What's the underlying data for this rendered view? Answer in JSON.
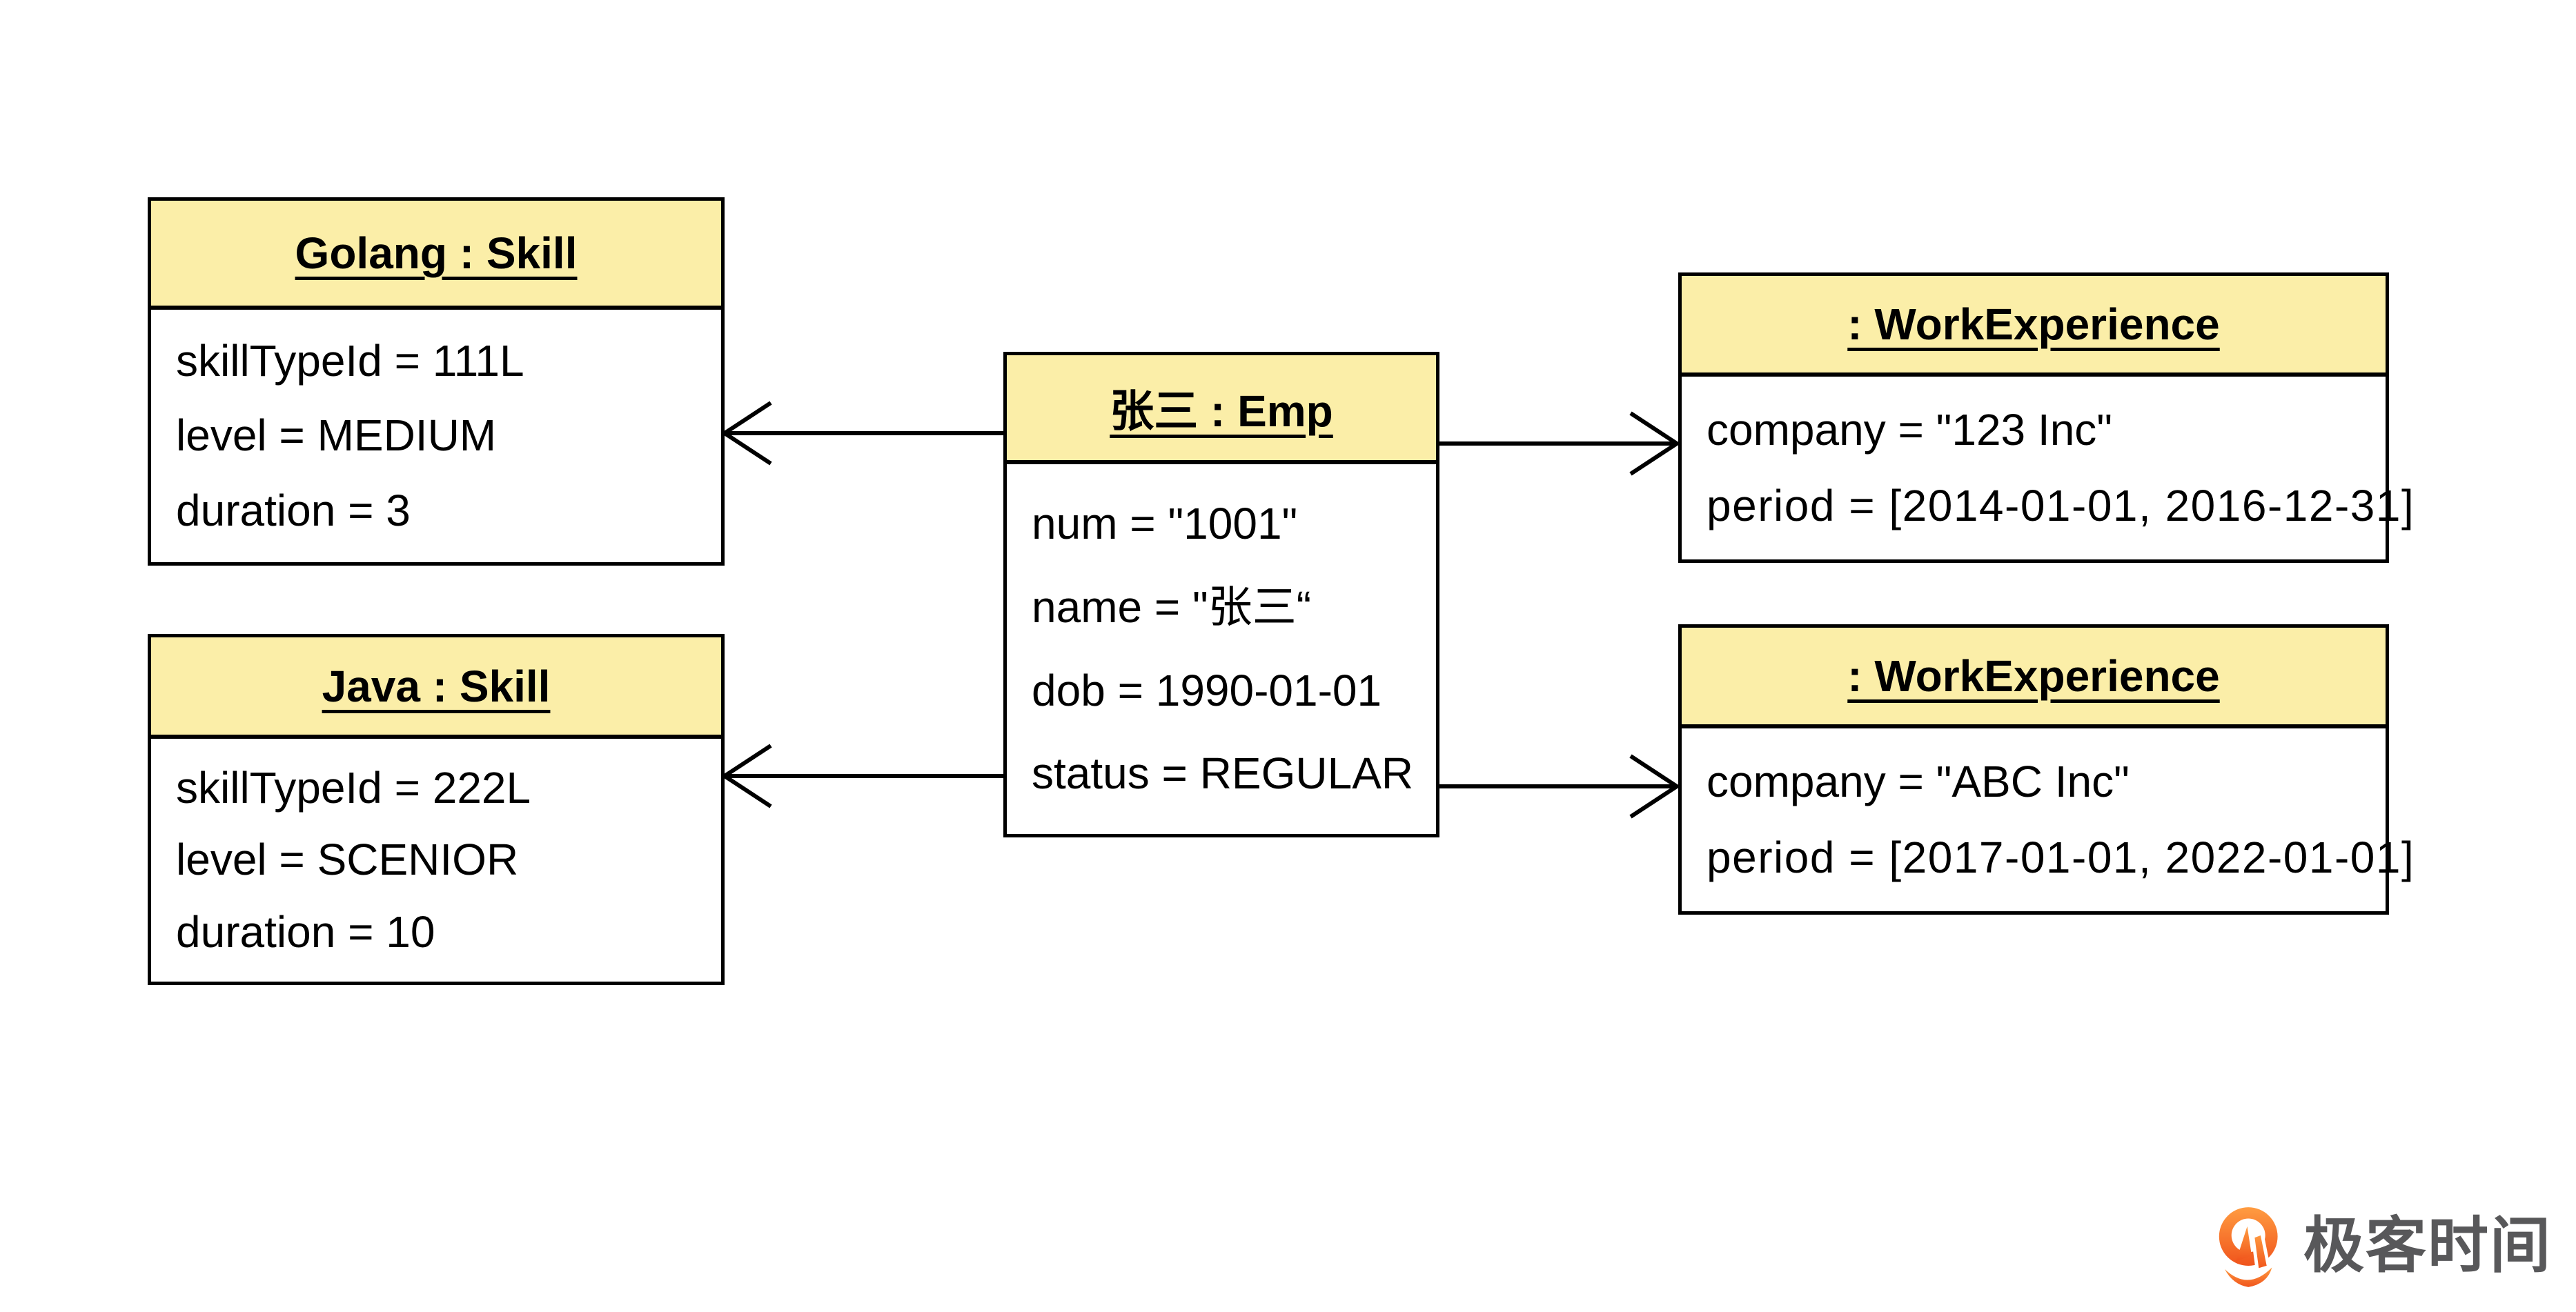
{
  "diagram": {
    "objects": [
      {
        "title": "Golang : Skill",
        "attributes": [
          "skillTypeId = 111L",
          "level = MEDIUM",
          "duration = 3"
        ]
      },
      {
        "title": "Java : Skill",
        "attributes": [
          "skillTypeId = 222L",
          "level = SCENIOR",
          "duration = 10"
        ]
      },
      {
        "title": "张三 : Emp",
        "attributes": [
          "num = \"1001\"",
          "name = \"张三“",
          "dob = 1990-01-01",
          "status = REGULAR"
        ]
      },
      {
        "title": ": WorkExperience",
        "attributes": [
          "company = \"123 Inc\"",
          "period = [2014-01-01, 2016-12-31]"
        ]
      },
      {
        "title": ": WorkExperience",
        "attributes": [
          "company = \"ABC Inc\"",
          "period = [2017-01-01, 2022-01-01]"
        ]
      }
    ],
    "colors": {
      "header_fill": "#FBEEA8",
      "box_border": "#000000",
      "text": "#000000",
      "background": "#FFFFFF"
    }
  },
  "branding": {
    "logo_text": "极客时间",
    "logo_icon": "geektime-pin-icon",
    "logo_text_color": "#58585A",
    "logo_orange_top": "#FF9C41",
    "logo_orange_bottom": "#F0541C"
  }
}
